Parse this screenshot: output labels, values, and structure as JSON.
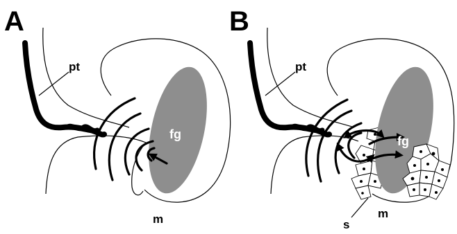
{
  "panels": [
    {
      "letter": "A",
      "labels": {
        "pt": "pt",
        "fg": "fg",
        "m": "m"
      }
    },
    {
      "letter": "B",
      "labels": {
        "pt": "pt",
        "fg": "fg",
        "m": "m",
        "s": "s"
      }
    }
  ],
  "colors": {
    "foregut_fill": "#8e8e8e",
    "foregut_label": "#ffffff",
    "line": "#000000",
    "background": "#ffffff"
  }
}
